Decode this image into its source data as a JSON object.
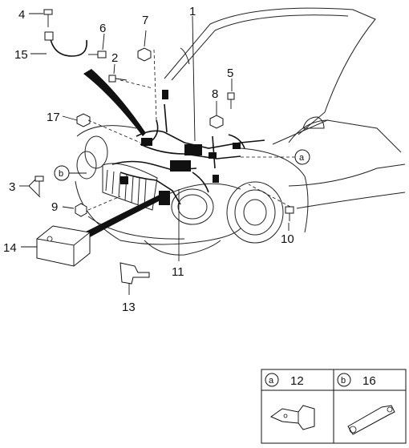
{
  "callouts": {
    "c1": "1",
    "c2": "2",
    "c3": "3",
    "c4": "4",
    "c5": "5",
    "c6": "6",
    "c7": "7",
    "c8": "8",
    "c9": "9",
    "c10": "10",
    "c11": "11",
    "c12": "12",
    "c13": "13",
    "c14": "14",
    "c15": "15",
    "c16": "16",
    "c17": "17"
  },
  "refs": {
    "a": "a",
    "b": "b"
  },
  "inset": {
    "left_letter": "a",
    "left_number": "12",
    "right_letter": "b",
    "right_number": "16"
  }
}
